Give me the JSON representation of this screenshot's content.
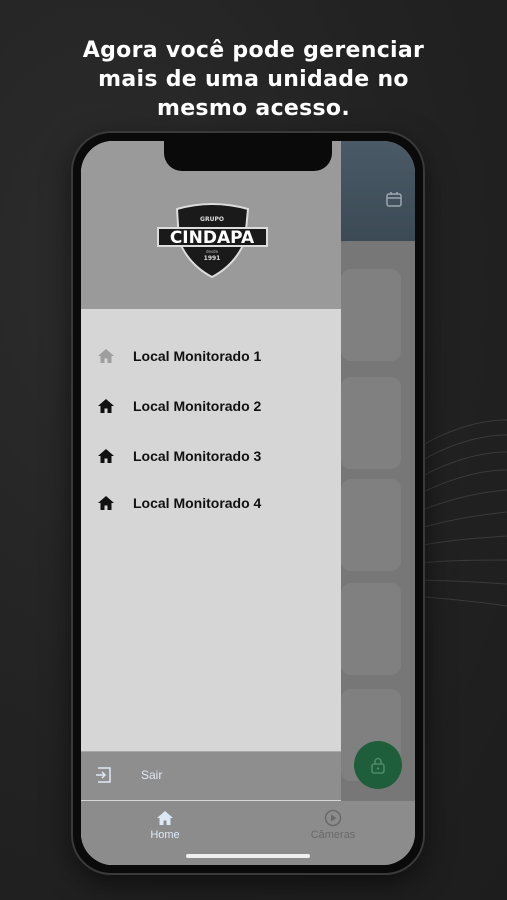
{
  "headline": "Agora você pode gerenciar mais de uma unidade no mesmo acesso.",
  "drawer": {
    "logo": {
      "top_text": "GRUPO",
      "brand": "CINDAPA",
      "since": "desde",
      "year": "1991"
    },
    "items": [
      {
        "label": "Local Monitorado 1",
        "icon": "home-icon",
        "active": true
      },
      {
        "label": "Local Monitorado 2",
        "icon": "home-icon",
        "active": false
      },
      {
        "label": "Local Monitorado 3",
        "icon": "home-icon",
        "active": false
      },
      {
        "label": "Local Monitorado 4",
        "icon": "home-icon",
        "active": false
      }
    ],
    "logout_label": "Sair"
  },
  "tabs": [
    {
      "label": "Home",
      "icon": "home-icon",
      "selected": true
    },
    {
      "label": "Câmeras",
      "icon": "play-circle-icon",
      "selected": false
    }
  ],
  "colors": {
    "background": "#222222",
    "drawer": "#d6d6d6",
    "drawer_header": "#9a9a9a",
    "fab": "#1f5e3a",
    "tab_selected": "#dce8f6",
    "tab_unselected": "#6a6a6a"
  }
}
